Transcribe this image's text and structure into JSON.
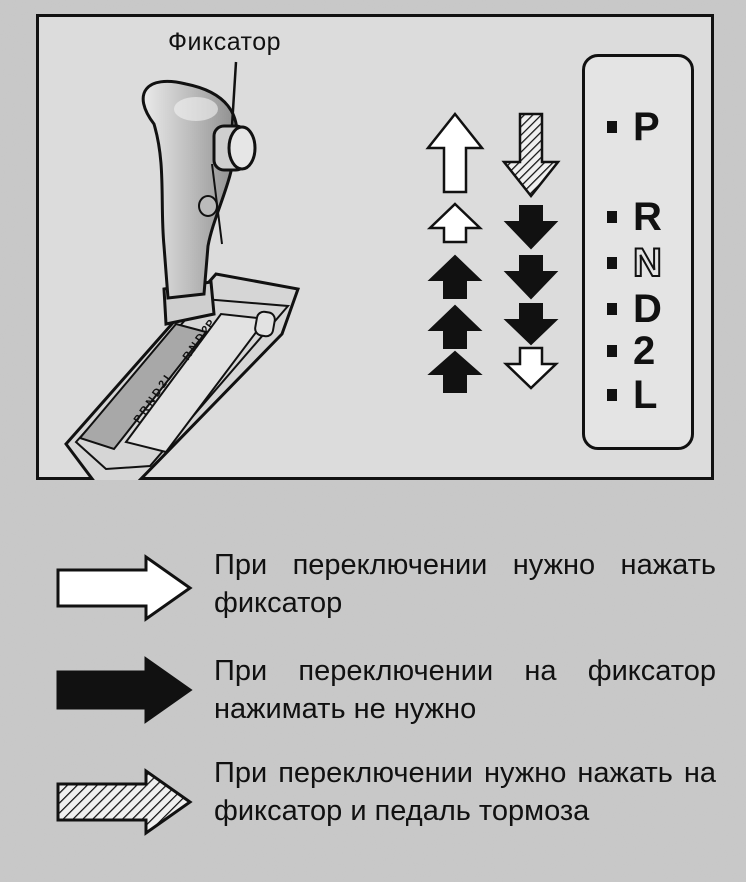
{
  "figure": {
    "callout_label": "Фиксатор",
    "gear_positions": [
      {
        "label": "P",
        "style": "filled"
      },
      {
        "label": "R",
        "style": "filled"
      },
      {
        "label": "N",
        "style": "outline"
      },
      {
        "label": "D",
        "style": "filled"
      },
      {
        "label": "2",
        "style": "filled"
      },
      {
        "label": "L",
        "style": "filled"
      }
    ],
    "gate_markings": "P R N D 2 L",
    "arrow_columns": {
      "up_column": [
        "white-up-arrow",
        "white-up-arrow",
        "black-up-arrow",
        "black-up-arrow",
        "black-up-arrow"
      ],
      "down_column": [
        "hatched-down-arrow",
        "black-down-arrow",
        "black-down-arrow",
        "black-down-arrow",
        "white-down-arrow"
      ]
    }
  },
  "legend": [
    {
      "icon": "white-arrow-icon",
      "text": "При переключении нужно нажать фиксатор"
    },
    {
      "icon": "black-arrow-icon",
      "text": "При переключении на фиксатор нажимать не нужно"
    },
    {
      "icon": "hatched-arrow-icon",
      "text": "При переключении нужно нажать на фиксатор и педаль тормоза"
    }
  ],
  "colors": {
    "ink": "#111111",
    "paper": "#c9c9c9",
    "white_arrow": "#ffffff",
    "black_arrow": "#111111"
  }
}
